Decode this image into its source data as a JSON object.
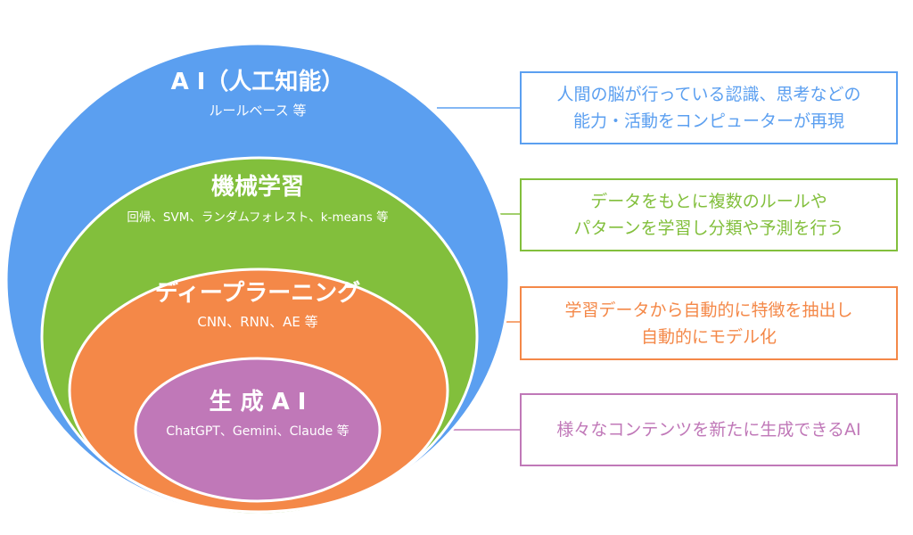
{
  "colors": {
    "ai": "#5b9ff0",
    "ml": "#82bf3c",
    "dl": "#f48848",
    "gen": "#c078b8",
    "outline": "#ffffff"
  },
  "layers": [
    {
      "id": "ai",
      "title": "A I（人工知能）",
      "subtitle": "ルールベース 等",
      "description": [
        "人間の脳が行っている認識、思考などの",
        "能力・活動をコンピューターが再現"
      ]
    },
    {
      "id": "ml",
      "title": "機械学習",
      "subtitle": "回帰、SVM、ランダムフォレスト、k-means 等",
      "description": [
        "データをもとに複数のルールや",
        "パターンを学習し分類や予測を行う"
      ]
    },
    {
      "id": "dl",
      "title": "ディープラーニング",
      "subtitle": "CNN、RNN、AE 等",
      "description": [
        "学習データから自動的に特徴を抽出し",
        "自動的にモデル化"
      ]
    },
    {
      "id": "gen",
      "title": "生 成 A I",
      "subtitle": "ChatGPT、Gemini、Claude 等",
      "description": [
        "様々なコンテンツを新たに生成できるAI"
      ]
    }
  ]
}
